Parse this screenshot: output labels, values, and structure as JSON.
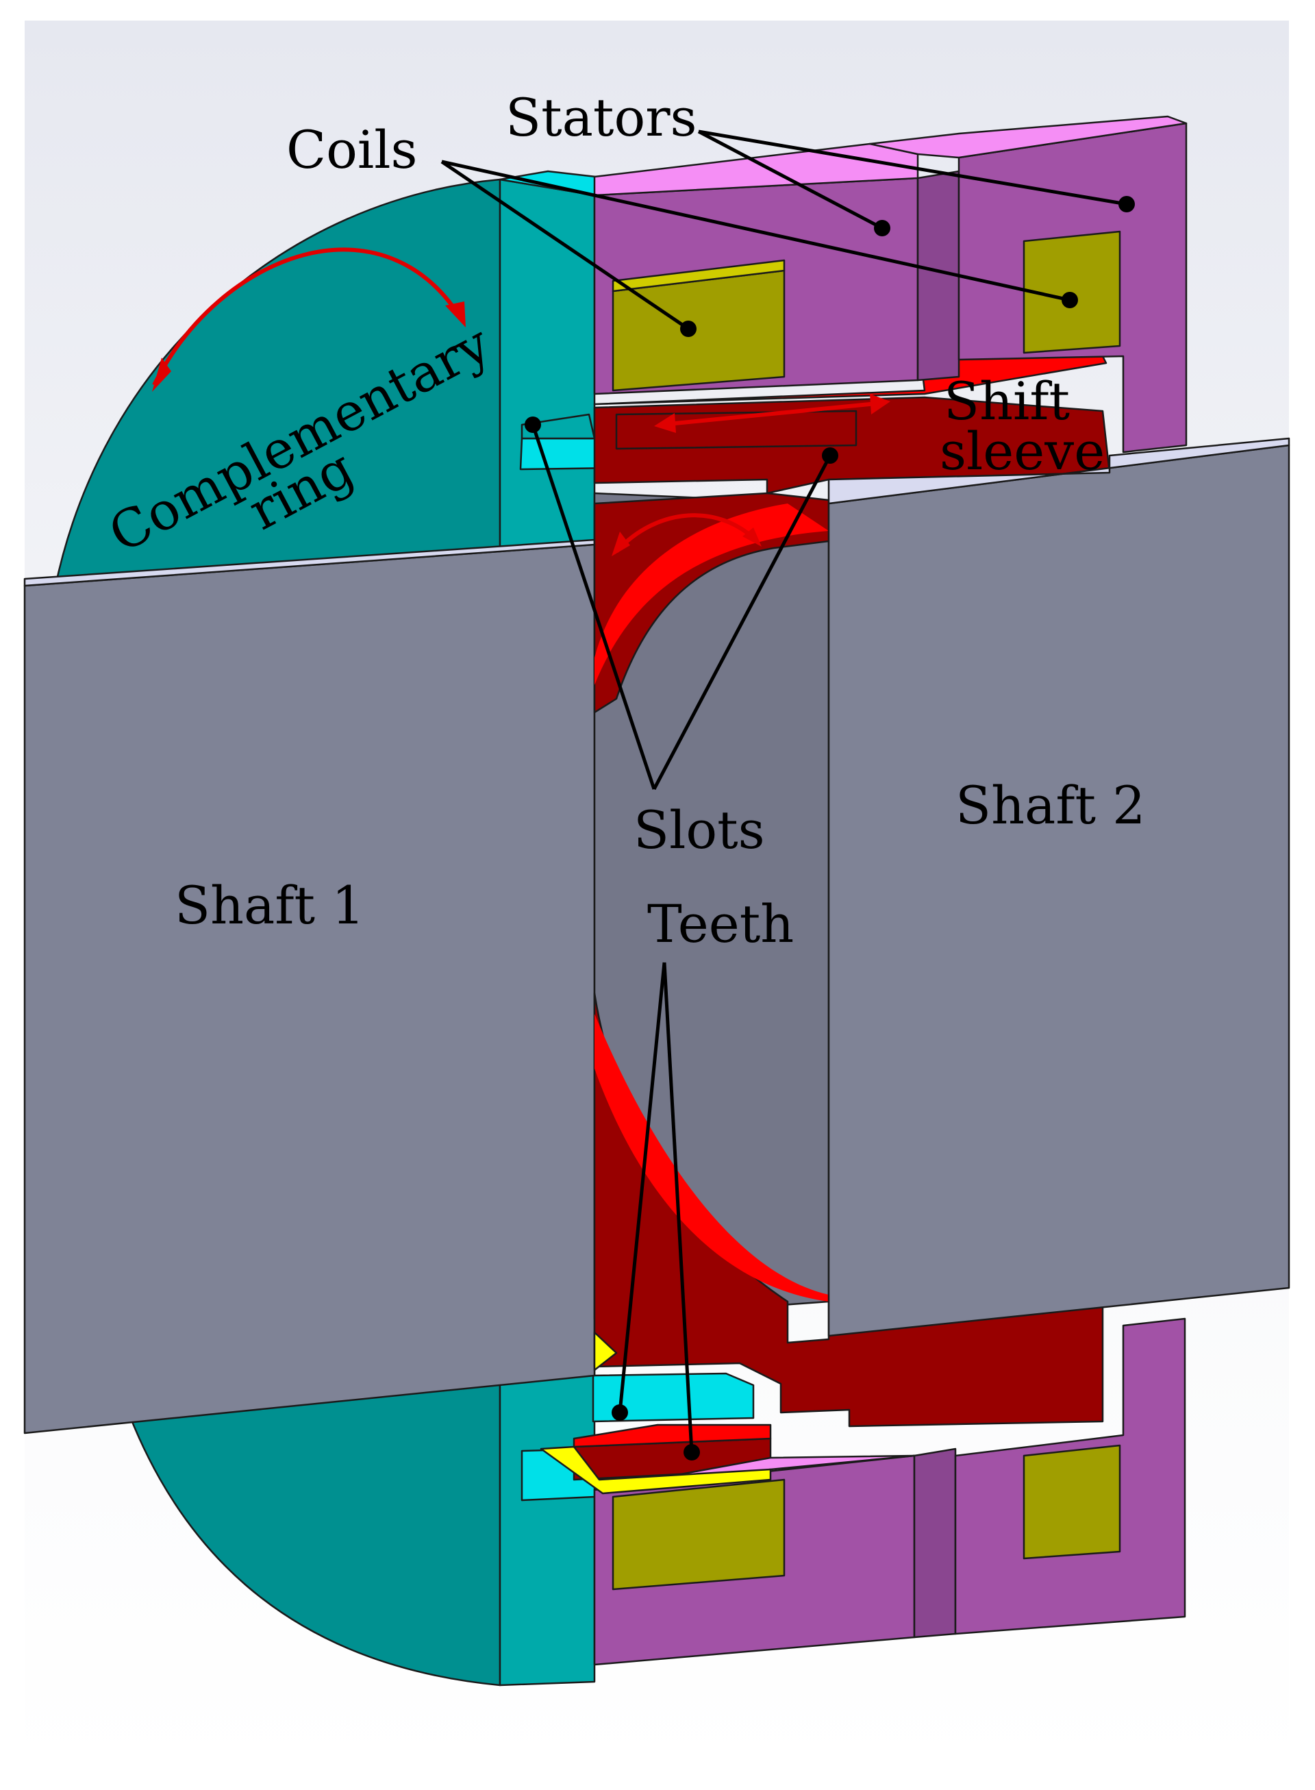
{
  "labels": {
    "stators": "Stators",
    "coils": "Coils",
    "complementary_ring": [
      "Complementary",
      "ring"
    ],
    "shift_sleeve": [
      "Shift",
      "sleeve"
    ],
    "slots": "Slots",
    "shaft_2": "Shaft 2",
    "shaft_1": "Shaft 1",
    "teeth": "Teeth"
  },
  "colors": {
    "background": "#ffffff",
    "backdrop_top": "#e9ebf3",
    "shaft": "#7f8396",
    "shaft_dark": "#747789",
    "ring_teal": "#009090",
    "ring_cyan": "#00e0e8",
    "ring_face": "#00aaaa",
    "stator": "#a252a6",
    "stator_top": "#f58ef5",
    "stator_dark": "#8a4690",
    "coil": "#a09e00",
    "coil_light": "#d0cc00",
    "sleeve": "#980000",
    "sleeve_bright": "#ff0000",
    "tooth_yellow": "#ffff00",
    "leader": "#000000",
    "motion_arrow": "#e00000"
  }
}
